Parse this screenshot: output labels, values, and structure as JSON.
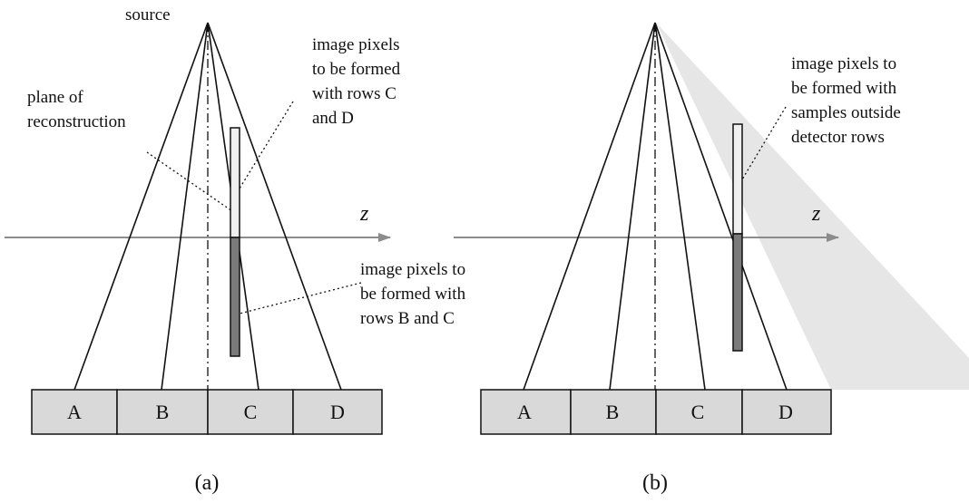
{
  "panel_a": {
    "source_label": "source",
    "plane_label": [
      "plane of",
      "reconstruction"
    ],
    "upper_label": [
      "image pixels",
      "to be formed",
      "with rows C",
      "and D"
    ],
    "lower_label": [
      "image pixels to",
      "be formed with",
      "rows B and C"
    ],
    "axis_label": "z",
    "detectors": [
      "A",
      "B",
      "C",
      "D"
    ],
    "caption": "(a)"
  },
  "panel_b": {
    "upper_label": [
      "image pixels to",
      "be formed with",
      "samples outside",
      "detector rows"
    ],
    "axis_label": "z",
    "detectors": [
      "A",
      "B",
      "C",
      "D"
    ],
    "caption": "(b)"
  },
  "colors": {
    "line": "#111111",
    "axis": "#8c8c8c",
    "detector_fill": "#d9d9d9",
    "pixels_light": "#efefef",
    "pixels_dark": "#7a7a7a",
    "shadow": "#e6e6e6"
  }
}
